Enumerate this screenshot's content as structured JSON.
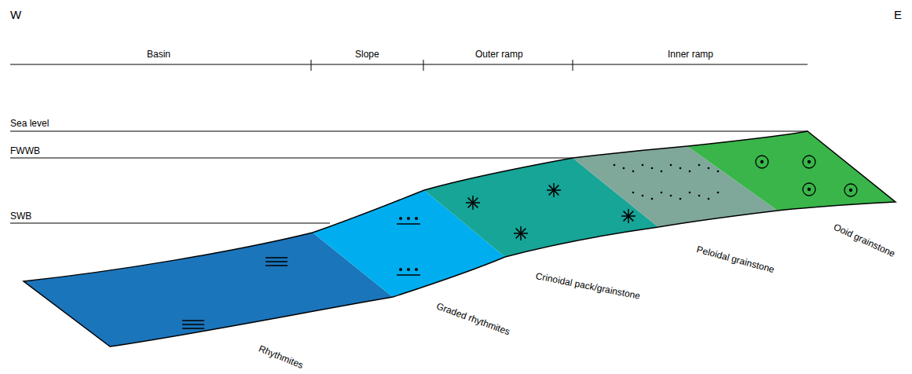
{
  "diagram": {
    "labels": [
      "W",
      "E",
      "Basin",
      "Slope",
      "Outer ramp",
      "Inner ramp",
      "Sea level",
      "FWWB",
      "SWB",
      "Rhythmites",
      "Graded rhythmites",
      "Crinoidal pack/grainstone",
      "Peloidal grainstone",
      "Ooid grainstone"
    ]
  }
}
